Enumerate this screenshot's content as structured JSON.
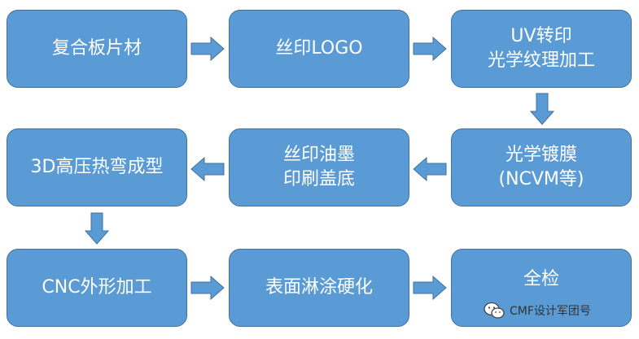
{
  "colors": {
    "box_fill": "#5b9bd5",
    "box_border": "#41719c",
    "text": "#ffffff"
  },
  "steps": [
    {
      "lines": [
        "复合板片材"
      ]
    },
    {
      "lines": [
        "丝印LOGO"
      ]
    },
    {
      "lines": [
        "UV转印",
        "光学纹理加工"
      ]
    },
    {
      "lines": [
        "光学镀膜",
        "(NCVM等)"
      ]
    },
    {
      "lines": [
        "丝印油墨",
        "印刷盖底"
      ]
    },
    {
      "lines": [
        "3D高压热弯成型"
      ]
    },
    {
      "lines": [
        "CNC外形加工"
      ]
    },
    {
      "lines": [
        "表面淋涂硬化"
      ]
    },
    {
      "lines": [
        "全检"
      ]
    }
  ],
  "watermark": {
    "icon": "wechat-icon",
    "text": "CMF设计军团号"
  }
}
